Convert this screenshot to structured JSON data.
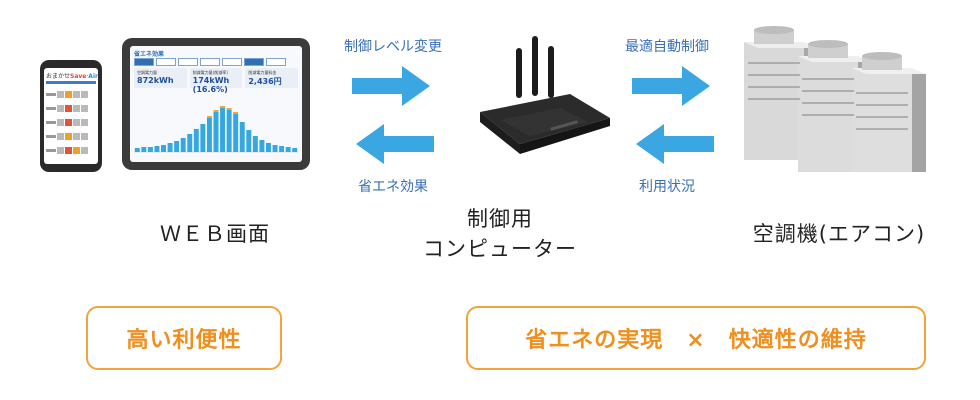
{
  "web": {
    "caption": "ＷＥＢ画面",
    "screen_title": "省エネ効果",
    "kpi_labels": [
      "空調電力量",
      "削減電力量(削減率)",
      "削減電力量料金"
    ],
    "kpi_values": [
      "872kWh",
      "174kWh (16.6%)",
      "2,436円"
    ],
    "phone_logo_prefix": "おまかせ",
    "phone_logo_main": "Save",
    "phone_logo_suffix": "Air"
  },
  "controller": {
    "caption_line1": "制御用",
    "caption_line2": "コンピューター"
  },
  "aircon": {
    "caption": "空調機(エアコン)"
  },
  "flows": {
    "left_top": "制御レベル変更",
    "left_bottom": "省エネ効果",
    "right_top": "最適自動制御",
    "right_bottom": "利用状況"
  },
  "benefits": {
    "left": "高い利便性",
    "right": "省エネの実現　×　快適性の維持"
  },
  "colors": {
    "arrow": "#3aa7e3",
    "benefit_border": "#f2a33a",
    "benefit_text": "#ef8f1e",
    "flow_text": "#3a6fb5"
  }
}
